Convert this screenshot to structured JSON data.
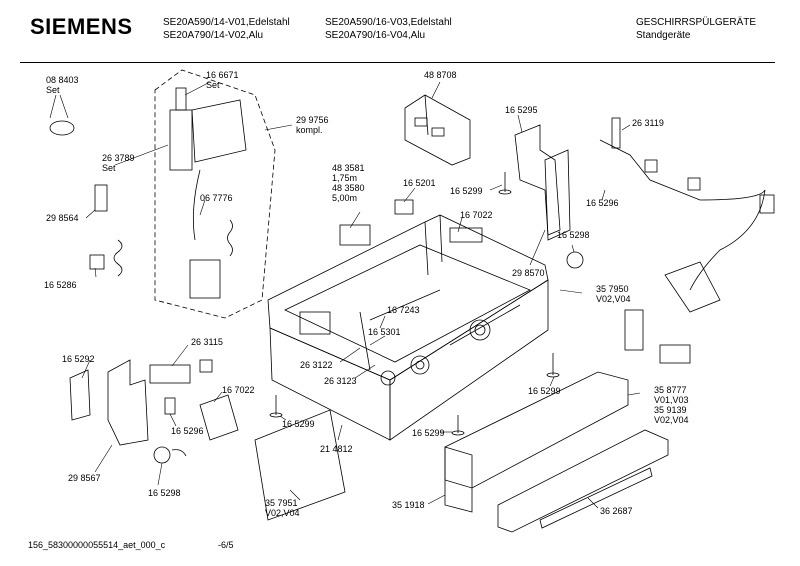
{
  "header": {
    "brand": "SIEMENS",
    "model_col1_line1": "SE20A590/14-V01,Edelstahl",
    "model_col1_line2": "SE20A790/14-V02,Alu",
    "model_col2_line1": "SE20A590/16-V03,Edelstahl",
    "model_col2_line2": "SE20A790/16-V04,Alu",
    "category_line1": "GESCHIRRSPÜLGERÄTE",
    "category_line2": "Standgeräte"
  },
  "parts": [
    {
      "id": "p1",
      "lines": [
        "08 8403",
        "Set"
      ]
    },
    {
      "id": "p2",
      "lines": [
        "16 6671",
        "Set"
      ]
    },
    {
      "id": "p3",
      "lines": [
        "29 9756",
        "kompl."
      ]
    },
    {
      "id": "p4",
      "lines": [
        "48 8708"
      ]
    },
    {
      "id": "p5",
      "lines": [
        "16 5295"
      ]
    },
    {
      "id": "p6",
      "lines": [
        "26 3119"
      ]
    },
    {
      "id": "p7",
      "lines": [
        "26 3789",
        "Set"
      ]
    },
    {
      "id": "p8",
      "lines": [
        "48 3581",
        "1,75m",
        "48 3580",
        "5,00m"
      ]
    },
    {
      "id": "p9",
      "lines": [
        "16 5201"
      ]
    },
    {
      "id": "p10",
      "lines": [
        "16 5299"
      ]
    },
    {
      "id": "p11",
      "lines": [
        "16 5296"
      ]
    },
    {
      "id": "p12",
      "lines": [
        "06 7776"
      ]
    },
    {
      "id": "p13",
      "lines": [
        "29 8564"
      ]
    },
    {
      "id": "p14",
      "lines": [
        "16 7022"
      ]
    },
    {
      "id": "p15",
      "lines": [
        "16 5298"
      ]
    },
    {
      "id": "p16",
      "lines": [
        "29 8570"
      ]
    },
    {
      "id": "p17",
      "lines": [
        "16 5286"
      ]
    },
    {
      "id": "p18",
      "lines": [
        "35 7950",
        "V02,V04"
      ]
    },
    {
      "id": "p19",
      "lines": [
        "16 7243"
      ]
    },
    {
      "id": "p20",
      "lines": [
        "16 5301"
      ]
    },
    {
      "id": "p21",
      "lines": [
        "16 5292"
      ]
    },
    {
      "id": "p22",
      "lines": [
        "26 3115"
      ]
    },
    {
      "id": "p23",
      "lines": [
        "26 3122"
      ]
    },
    {
      "id": "p24",
      "lines": [
        "26 3123"
      ]
    },
    {
      "id": "p25",
      "lines": [
        "16 5299"
      ]
    },
    {
      "id": "p26",
      "lines": [
        "35 8777",
        "V01,V03",
        "35 9139",
        "V02,V04"
      ]
    },
    {
      "id": "p27",
      "lines": [
        "16 7022"
      ]
    },
    {
      "id": "p28",
      "lines": [
        "16 5299"
      ]
    },
    {
      "id": "p29",
      "lines": [
        "16 5296"
      ]
    },
    {
      "id": "p30",
      "lines": [
        "21 4812"
      ]
    },
    {
      "id": "p31",
      "lines": [
        "16 5299"
      ]
    },
    {
      "id": "p32",
      "lines": [
        "29 8567"
      ]
    },
    {
      "id": "p33",
      "lines": [
        "16 5298"
      ]
    },
    {
      "id": "p34",
      "lines": [
        "35 7951",
        "V02,V04"
      ]
    },
    {
      "id": "p35",
      "lines": [
        "35 1918"
      ]
    },
    {
      "id": "p36",
      "lines": [
        "36 2687"
      ]
    }
  ],
  "footer": {
    "doc_id": "156_58300000055514_aet_000_c",
    "page": "-6/5"
  }
}
